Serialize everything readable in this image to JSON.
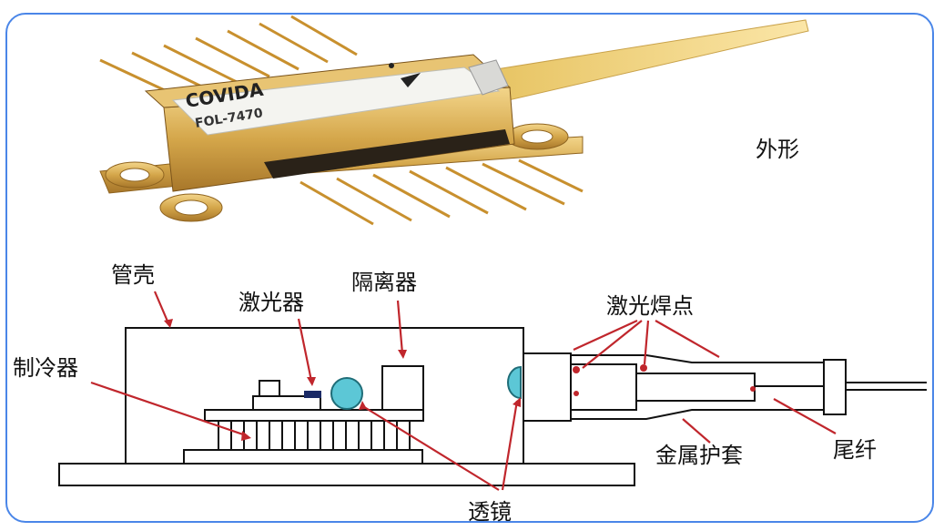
{
  "labels": {
    "appearance": "外形",
    "housing": "管壳",
    "laser": "激光器",
    "isolator": "隔离器",
    "laser_weld_points": "激光焊点",
    "tec": "制冷器",
    "metal_sleeve": "金属护套",
    "pigtail": "尾纤",
    "lens": "透镜"
  },
  "photo": {
    "label_line1": "COVIDA",
    "label_line2": "FOL-7470"
  },
  "colors": {
    "frame": "#4a86e8",
    "gold": "#d4a64a",
    "fiber": "#f2d47c",
    "leader": "#c0262c",
    "lens": "#5cc7d6"
  }
}
